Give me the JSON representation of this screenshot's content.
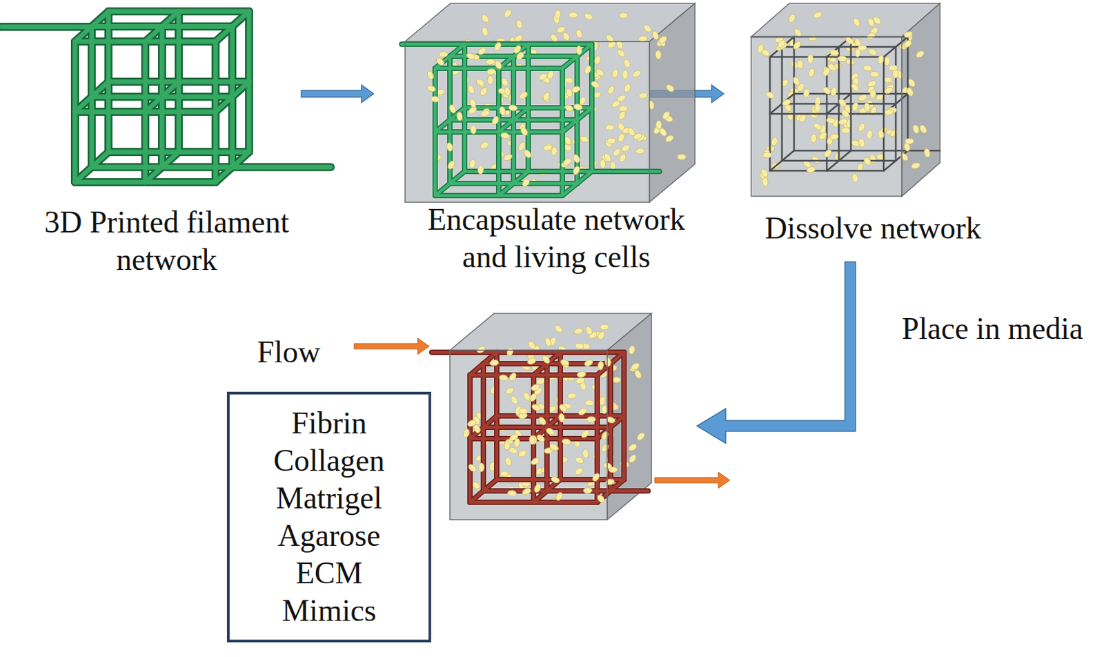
{
  "diagram": {
    "nodes": [
      {
        "text": [
          "Fibrin",
          "Collagen",
          "Matrigel",
          "Agarose",
          "ECM Mimics"
        ]
      }
    ],
    "labels": [
      "3D Printed filament network",
      "Encapsulate network and living cells",
      "Dissolve network",
      "Place in media",
      "Flow"
    ]
  }
}
